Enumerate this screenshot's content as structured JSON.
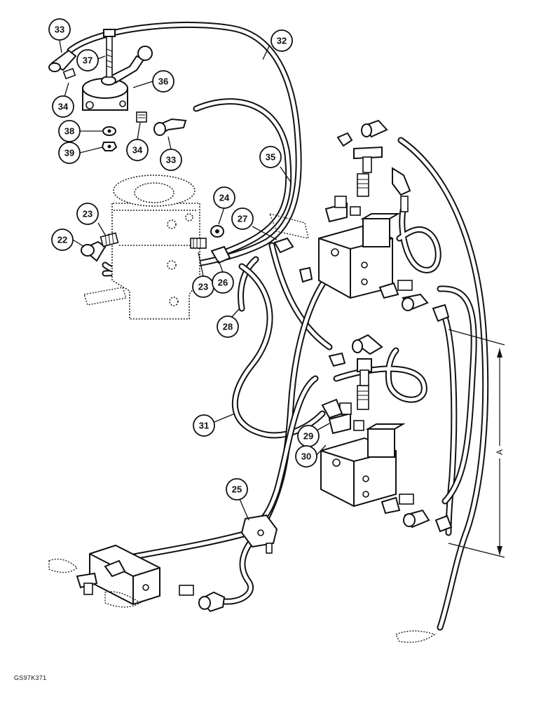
{
  "diagram": {
    "figure_code": "GS97K371",
    "dimension_label": "A",
    "callouts": [
      "33",
      "37",
      "32",
      "34",
      "36",
      "38",
      "39",
      "34",
      "33",
      "35",
      "24",
      "23",
      "27",
      "22",
      "23",
      "26",
      "28",
      "31",
      "29",
      "30",
      "25"
    ]
  }
}
